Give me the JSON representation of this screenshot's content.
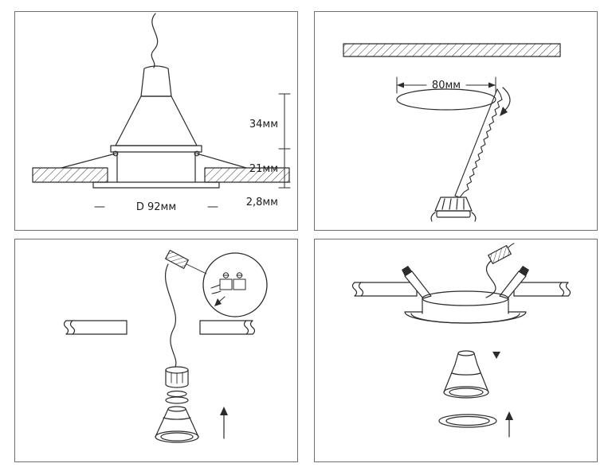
{
  "colors": {
    "stroke": "#2b2b2b",
    "panel_border": "#6f6f6f",
    "background": "#ffffff"
  },
  "panel1": {
    "dim_height": "34мм",
    "dim_depth": "21мм",
    "dim_flange": "2,8мм",
    "dim_diameter": "D 92мм"
  },
  "panel2": {
    "dim_hole": "80мм"
  }
}
